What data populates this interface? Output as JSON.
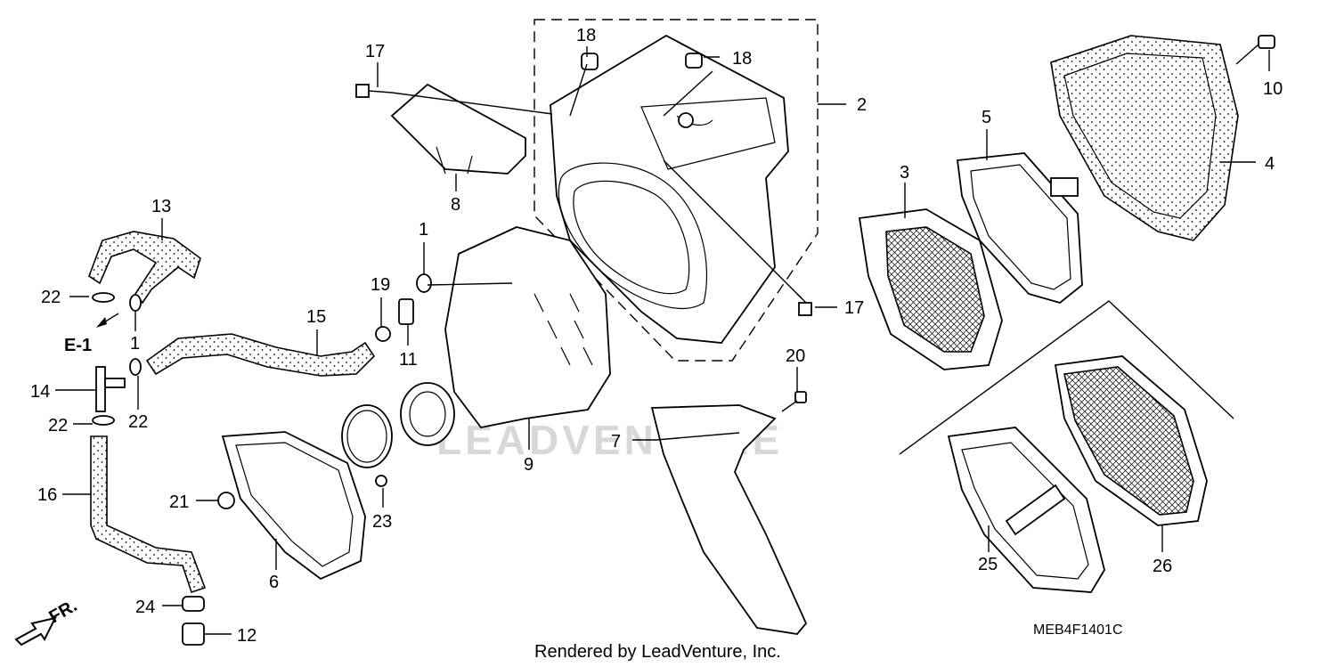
{
  "labels": {
    "p1a": "1",
    "p1b": "1",
    "p2": "2",
    "p3": "3",
    "p4": "4",
    "p5": "5",
    "p6": "6",
    "p7": "7",
    "p8": "8",
    "p9": "9",
    "p10": "10",
    "p11": "11",
    "p12": "12",
    "p13": "13",
    "p14": "14",
    "p15": "15",
    "p16": "16",
    "p17a": "17",
    "p17b": "17",
    "p18a": "18",
    "p18b": "18",
    "p19": "19",
    "p20": "20",
    "p21": "21",
    "p22a": "22",
    "p22b": "22",
    "p22c": "22",
    "p23": "23",
    "p24": "24",
    "p25": "25",
    "p26": "26"
  },
  "reference": "E-1",
  "direction": "FR.",
  "footer": "Rendered by LeadVenture, Inc.",
  "diagram_code": "MEB4F1401C",
  "watermark": "LEADVENTURE"
}
